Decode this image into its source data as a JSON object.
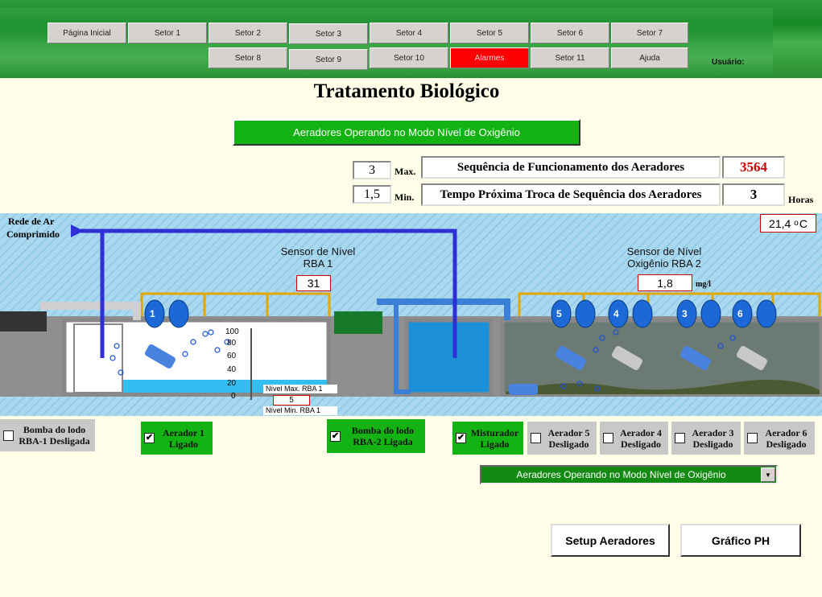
{
  "nav": {
    "row1": [
      "Página Inicial",
      "Setor 1",
      "Setor 2",
      "Setor 3",
      "Setor 4",
      "Setor 5",
      "Setor 6",
      "Setor 7"
    ],
    "row2": [
      "Setor 8",
      "Setor 9",
      "Setor 10",
      "Alarmes",
      "Setor 11",
      "Ajuda"
    ],
    "user_label": "Usuário:"
  },
  "title": "Tratamento Biológico",
  "mode_banner": "Aeradores Operando no Modo Nível de Oxigênio",
  "max": {
    "value": "3",
    "label": "Max."
  },
  "min": {
    "value": "1,5",
    "label": "Min."
  },
  "sequence": {
    "label": "Sequência de Funcionamento dos Aeradores",
    "value": "3564"
  },
  "next_change": {
    "label": "Tempo Próxima Troca de Sequência dos Aeradores",
    "value": "3",
    "unit": "Horas"
  },
  "scene": {
    "air_label_1": "Rede de Ar",
    "air_label_2": "Comprimido",
    "temperature": "21,4",
    "temp_unit_sup": "o",
    "temp_unit": "C",
    "level_sensor_title_1": "Sensor de Nível",
    "level_sensor_title_2": "RBA 1",
    "level_value": "31",
    "oxy_sensor_title_1": "Sensor de Nível",
    "oxy_sensor_title_2": "Oxigênio RBA 2",
    "oxy_value": "1,8",
    "oxy_unit": "mg/l",
    "scale": [
      "100",
      "80",
      "60",
      "40",
      "20",
      "0"
    ],
    "nivel_max": "Nível Max. RBA 1",
    "nivel_min": "Nível Min. RBA 1",
    "nivel_value": "5",
    "aerator_numbers": [
      "1",
      "5",
      "4",
      "3",
      "6"
    ]
  },
  "panels": [
    {
      "label_1": "Bomba do lodo",
      "label_2": "RBA-1 Desligada",
      "checked": false
    },
    {
      "label_1": "Aerador 1",
      "label_2": "Ligado",
      "checked": true
    },
    {
      "label_1": "Bomba do lodo",
      "label_2": "RBA-2 Ligada",
      "checked": true
    },
    {
      "label_1": "Misturador",
      "label_2": "Ligado",
      "checked": true
    },
    {
      "label_1": "Aerador 5",
      "label_2": "Desligado",
      "checked": false
    },
    {
      "label_1": "Aerador 4",
      "label_2": "Desligado",
      "checked": false
    },
    {
      "label_1": "Aerador 3",
      "label_2": "Desligado",
      "checked": false
    },
    {
      "label_1": "Aerador 6",
      "label_2": "Desligado",
      "checked": false
    }
  ],
  "mode_select": "Aeradores Operando no Modo Nível de Oxigênio",
  "buttons": {
    "setup": "Setup Aeradores",
    "chart": "Gráfico PH"
  },
  "colors": {
    "on": "#12b312",
    "alarm": "#ff0000",
    "value_red": "#cc0000"
  }
}
